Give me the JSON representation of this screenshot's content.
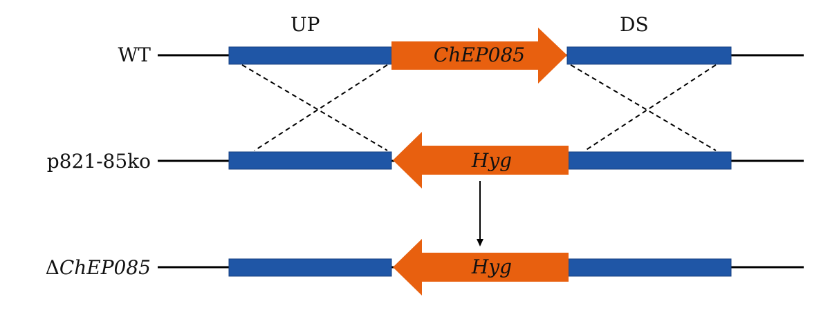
{
  "diagram": {
    "region_labels": {
      "up": "UP",
      "ds": "DS"
    },
    "rows": [
      {
        "label_prefix": "",
        "label": "WT",
        "label_italic": false,
        "arrow_text": "ChEP085",
        "arrow_direction": "right"
      },
      {
        "label_prefix": "",
        "label": "p821-85ko",
        "label_italic": false,
        "arrow_text": "Hyg",
        "arrow_direction": "left"
      },
      {
        "label_prefix": "Δ",
        "label": "ChEP085",
        "label_italic": true,
        "arrow_text": "Hyg",
        "arrow_direction": "left"
      }
    ],
    "colors": {
      "flank_blue": "#1f56a6",
      "flank_edge": "#153f80",
      "arrow_orange": "#e8600f",
      "line_black": "#000000"
    }
  }
}
